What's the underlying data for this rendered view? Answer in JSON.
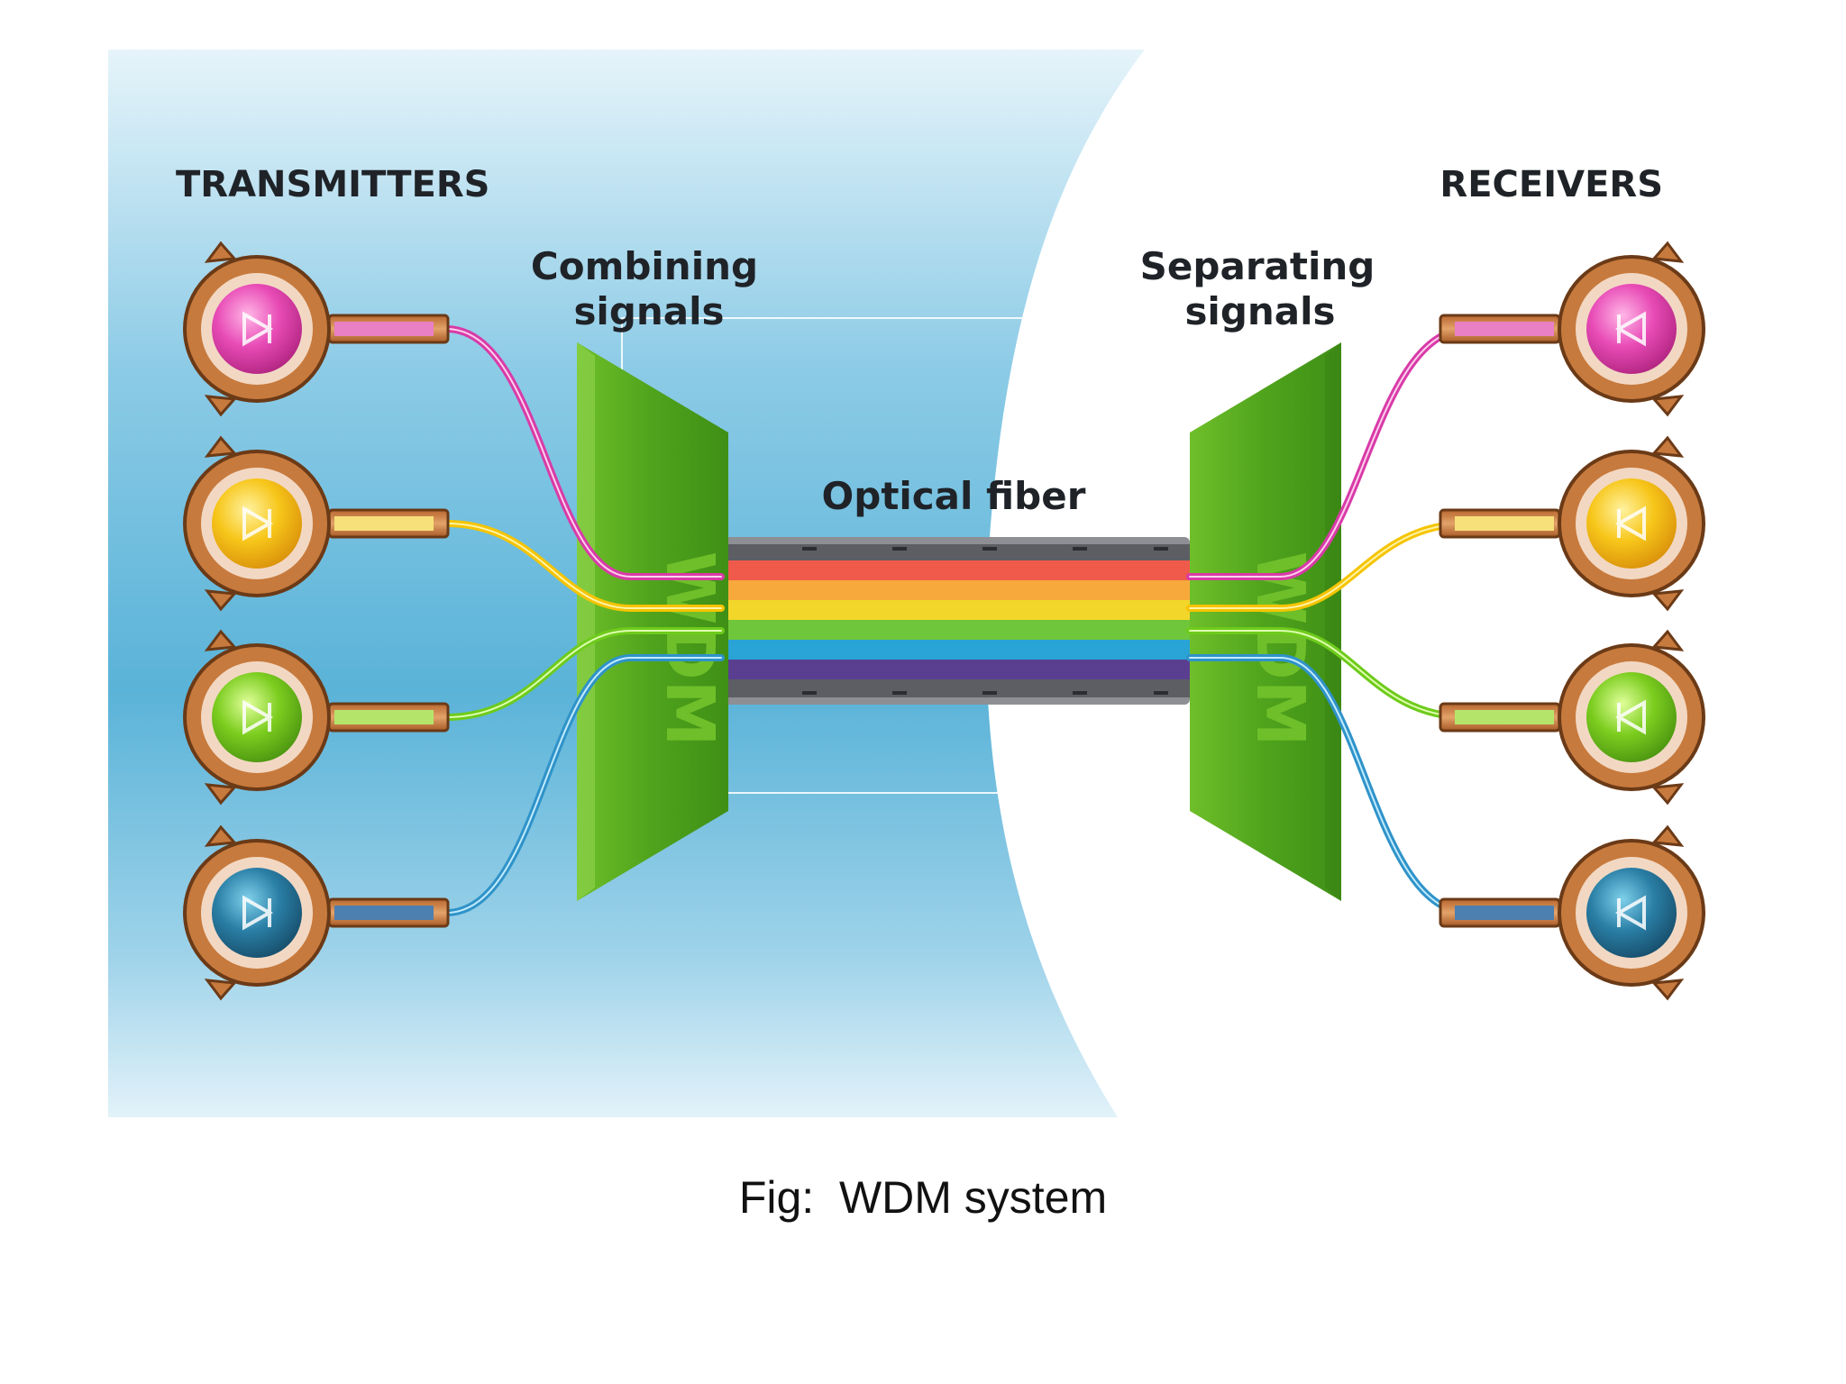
{
  "labels": {
    "transmitters": "TRANSMITTERS",
    "receivers": "RECEIVERS",
    "combining_line1": "Combining",
    "combining_line2": "signals",
    "separating_line1": "Separating",
    "separating_line2": "signals",
    "optical_fiber": "Optical fiber",
    "mux_label": "WDM",
    "demux_label": "WDM"
  },
  "caption": "Fig:  WDM system",
  "colors": {
    "channel_magenta": "#d93aa8",
    "channel_yellow": "#f5c400",
    "channel_green": "#6ecb1c",
    "channel_blue": "#2f93c9",
    "wdm_block": "#5aab1e",
    "device_ring": "#c77a3d",
    "background_blue": "#5ab3d8"
  },
  "devices": {
    "transmitters": [
      {
        "icon": "laser-diode-icon",
        "color": "magenta"
      },
      {
        "icon": "laser-diode-icon",
        "color": "yellow"
      },
      {
        "icon": "laser-diode-icon",
        "color": "green"
      },
      {
        "icon": "laser-diode-icon",
        "color": "blue"
      }
    ],
    "receivers": [
      {
        "icon": "photodiode-icon",
        "color": "magenta"
      },
      {
        "icon": "photodiode-icon",
        "color": "yellow"
      },
      {
        "icon": "photodiode-icon",
        "color": "green"
      },
      {
        "icon": "photodiode-icon",
        "color": "blue"
      }
    ]
  }
}
